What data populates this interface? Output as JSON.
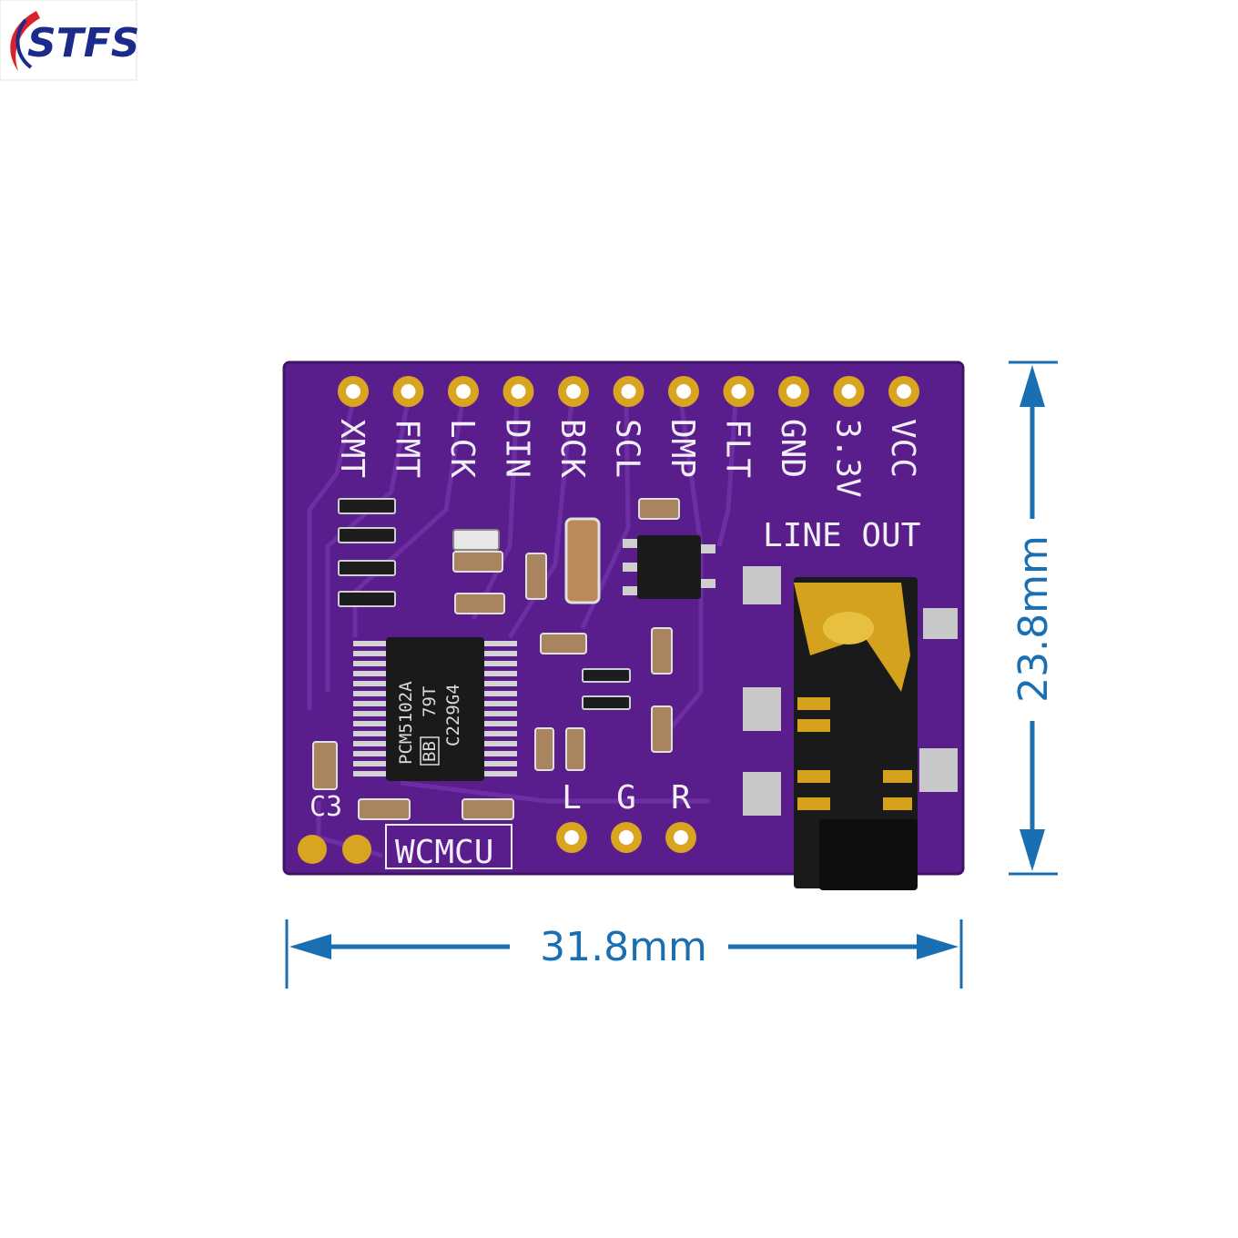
{
  "logo": {
    "text": "STFS",
    "color": "#1c2a8c",
    "accent": "#d9232a"
  },
  "board": {
    "brand": "WCMCU",
    "section_label": "LINE OUT",
    "header_pins": [
      "XMT",
      "FMT",
      "LCK",
      "DIN",
      "BCK",
      "SCL",
      "DMP",
      "FLT",
      "GND",
      "3.3V",
      "VCC"
    ],
    "bottom_pins": [
      "L",
      "G",
      "R"
    ],
    "chip_lines": [
      "PCM5102A",
      "79T",
      "C229G4"
    ],
    "chip_logo": "BB",
    "cap_label": "C3",
    "colors": {
      "pcb": "#5a1e8c",
      "pad": "#d9a520",
      "silkscreen": "#f2eef8"
    }
  },
  "dimensions": {
    "width": "31.8mm",
    "height": "23.8mm",
    "color": "#1a6fb3"
  }
}
